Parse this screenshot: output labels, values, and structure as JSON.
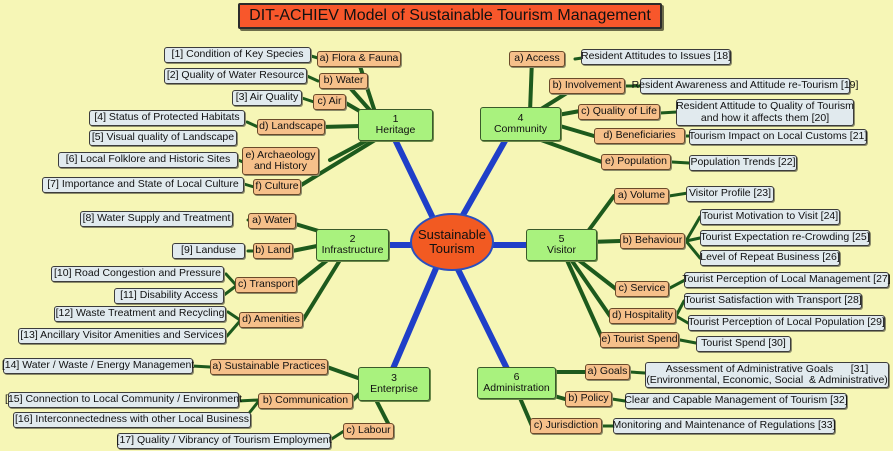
{
  "title": "DIT-ACHIEV Model of Sustainable Tourism Management",
  "hub": {
    "line1": "Sustainable",
    "line2": "Tourism"
  },
  "themes": {
    "heritage": {
      "num": "1",
      "name": "Heritage"
    },
    "community": {
      "num": "4",
      "name": "Community"
    },
    "infrastructure": {
      "num": "2",
      "name": "Infrastructure"
    },
    "visitor": {
      "num": "5",
      "name": "Visitor"
    },
    "enterprise": {
      "num": "3",
      "name": "Enterprise"
    },
    "administration": {
      "num": "6",
      "name": "Administration"
    }
  },
  "categories": {
    "flora_fauna": "a) Flora & Fauna",
    "water_h": "b) Water",
    "air": "c) Air",
    "landscape": "d) Landscape",
    "archaeology_1": "e) Archaeology",
    "archaeology_2": "and History",
    "culture": "f) Culture",
    "access": "a) Access",
    "involvement": "b) Involvement",
    "quality_of_life": "c) Quality of Life",
    "beneficiaries": "d) Beneficiaries",
    "population": "e) Population",
    "water_i": "a) Water",
    "land": "b) Land",
    "transport": "c) Transport",
    "amenities": "d) Amenities",
    "volume": "a) Volume",
    "behaviour": "b) Behaviour",
    "service": "c) Service",
    "hospitality": "d) Hospitality",
    "tourist_spend": "e) Tourist Spend",
    "sustainable_practices": "a) Sustainable Practices",
    "communication": "b) Communication",
    "labour": "c) Labour",
    "goals": "a) Goals",
    "policy": "b) Policy",
    "jurisdiction": "c) Jurisdiction"
  },
  "indicators": {
    "i1": "[1] Condition of Key Species",
    "i2": "[2] Quality of Water Resource",
    "i3": "[3] Air Quality",
    "i4": "[4] Status of Protected Habitats",
    "i5": "[5] Visual quality of Landscape",
    "i6": "[6] Local Folklore and Historic Sites",
    "i7": "[7] Importance and State of Local Culture",
    "i8": "[8] Water Supply and Treatment",
    "i9": "[9] Landuse",
    "i10": "[10] Road Congestion and Pressure",
    "i11": "[11] Disability Access",
    "i12": "[12] Waste Treatment and Recycling",
    "i13": "[13] Ancillary Visitor Amenities and Services",
    "i14": "[14] Water / Waste / Energy Management",
    "i15": "[15] Connection to Local Community / Environment",
    "i16": "[16] Interconnectedness with other Local Business",
    "i17": "[17] Quality / Vibrancy of Tourism Employment",
    "i18": "Resident Attitudes to Issues [18]",
    "i19": "Resident Awareness and Attitude re-Tourism [19]",
    "i20_1": "Resident Attitude to Quality of Tourism",
    "i20_2": "and how it affects them [20]",
    "i21": "Tourism Impact on Local Customs [21]",
    "i22": "Population Trends [22]",
    "i23": "Visitor Profile [23]",
    "i24": "Tourist Motivation to Visit [24]",
    "i25": "Tourist Expectation re-Crowding [25]",
    "i26": "Level of Repeat Business [26]",
    "i27": "Tourist Perception of Local Management [27]",
    "i28": "Tourist Satisfaction with Transport [28]",
    "i29": "Tourist Perception of Local Population [29]",
    "i30": "Tourist Spend [30]",
    "i31_1": "Assessment of Administrative Goals      [31]",
    "i31_2": "(Environmental, Economic, Social  & Administrative)",
    "i32": "Clear and Capable Management of Tourism [32]",
    "i33": "Monitoring and Maintenance of Regulations [33]"
  },
  "colors": {
    "background": "#f6f6b6",
    "title_fill": "#f8572b",
    "hub_fill": "#f25a22",
    "theme_fill": "#a9f27e",
    "category_fill": "#f6c08a",
    "indicator_fill": "#e1eaee",
    "spoke": "#1f3fc8",
    "branch": "#1d5a1d"
  }
}
